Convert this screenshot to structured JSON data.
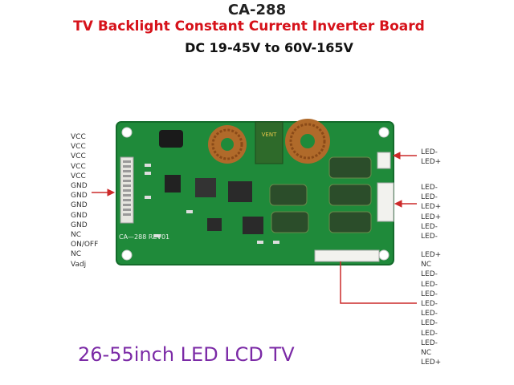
{
  "header": {
    "model": "CA-288",
    "subtitle": "TV Backlight Constant Current Inverter Board",
    "spec": "DC 19-45V to 60V-165V"
  },
  "board": {
    "silkscreen_label": "CA—288 REV01",
    "transformer_label": "VENT",
    "pcb_color": "#1f8a3a"
  },
  "pins": {
    "left": [
      "VCC",
      "VCC",
      "VCC",
      "VCC",
      "VCC",
      "GND",
      "GND",
      "GND",
      "GND",
      "GND",
      "NC",
      "ON/OFF",
      "NC",
      "Vadj"
    ],
    "right_top": [
      "LED-",
      "LED+"
    ],
    "right_mid": [
      "LED-",
      "LED-",
      "LED+",
      "LED+",
      "LED-",
      "LED-"
    ],
    "right_bottom": [
      "LED+",
      "NC",
      "LED-",
      "LED-",
      "LED-",
      "LED-",
      "LED-",
      "LED-",
      "LED-",
      "LED-",
      "NC",
      "LED+"
    ]
  },
  "caption": "26-55inch LED LCD TV",
  "colors": {
    "arrow": "#cc2a2a",
    "title_red": "#d6121a",
    "caption": "#7b2aa6"
  }
}
